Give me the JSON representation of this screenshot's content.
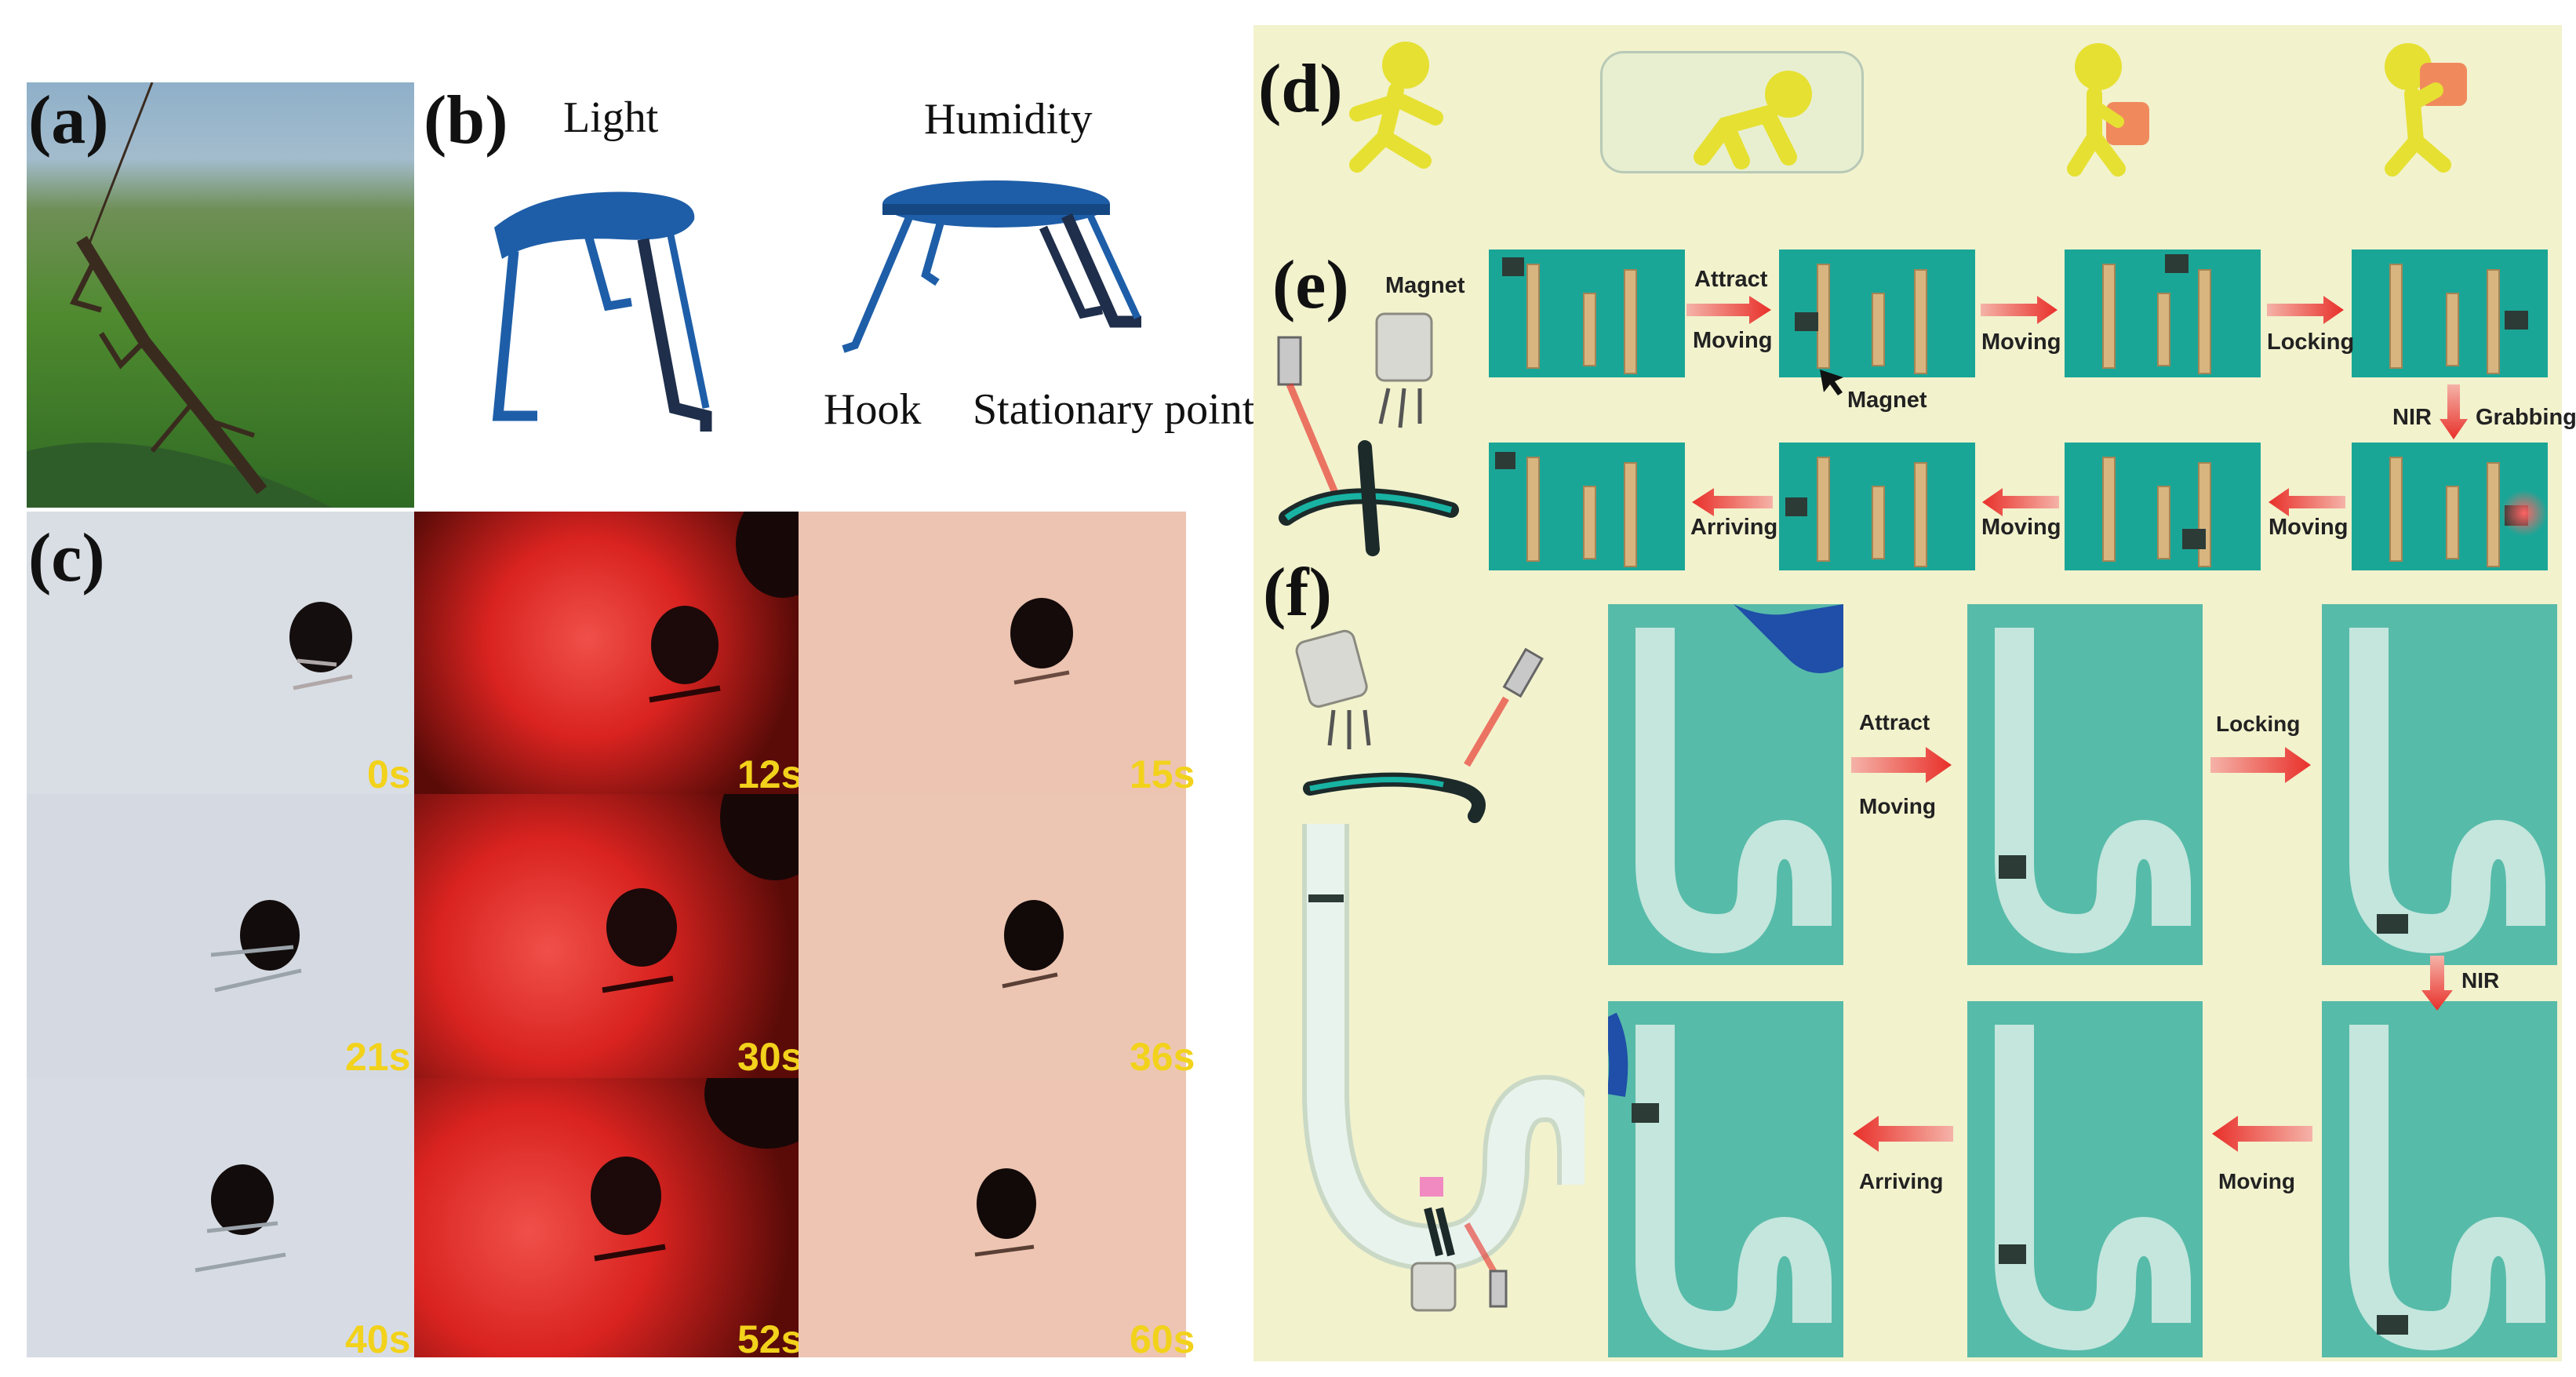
{
  "panel_labels": {
    "a": "(a)",
    "b": "(b)",
    "c": "(c)",
    "d": "(d)",
    "e": "(e)",
    "f": "(f)"
  },
  "panel_b": {
    "light_label": "Light",
    "humidity_label": "Humidity",
    "hook_label": "Hook",
    "stationary_label": "Stationary point"
  },
  "panel_c": {
    "timestamps": [
      "0s",
      "12s",
      "15s",
      "21s",
      "30s",
      "36s",
      "40s",
      "52s",
      "60s"
    ]
  },
  "panel_e": {
    "magnet_label": "Magnet",
    "attract_label": "Attract",
    "moving_label": "Moving",
    "magnet_pointer_label": "Magnet",
    "moving2_label": "Moving",
    "locking_label": "Locking",
    "nir_label": "NIR",
    "grabbing_label": "Grabbing",
    "moving3_label": "Moving",
    "moving4_label": "Moving",
    "arriving_label": "Arriving"
  },
  "panel_f": {
    "attract_label": "Attract",
    "moving_label": "Moving",
    "locking_label": "Locking",
    "nir_label": "NIR",
    "moving2_label": "Moving",
    "arriving_label": "Arriving"
  },
  "colors": {
    "background_right": "#f2f2cd",
    "green_frame": "#1aa697",
    "tube_frame": "#57bba9",
    "arrow_red": "#e8302a",
    "robot_blue": "#1e5ea8",
    "timestamp_yellow": "#f2d21b",
    "figure_yellow": "#e6e032"
  }
}
